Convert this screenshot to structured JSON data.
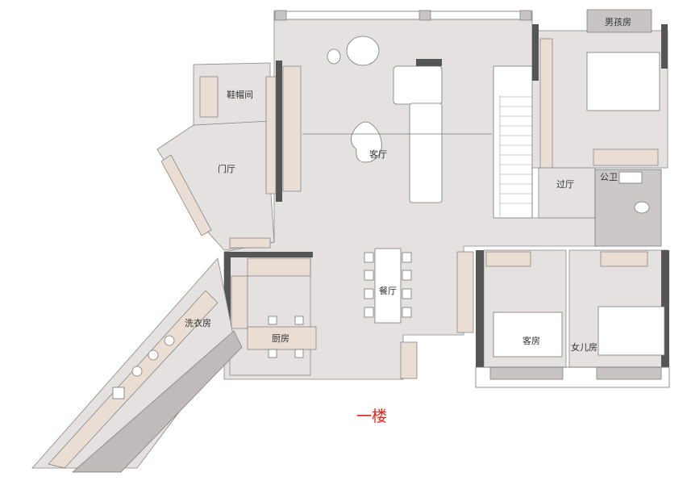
{
  "plan": {
    "title": "一楼",
    "rooms": {
      "boy_room": "男孩房",
      "shoe_room": "鞋帽间",
      "foyer": "门厅",
      "living": "客厅",
      "public_bath": "公卫",
      "hallway": "过厅",
      "dining": "餐厅",
      "kitchen": "厨房",
      "laundry": "洗衣房",
      "guest_room": "客房",
      "daughter_room": "女儿房"
    },
    "colors": {
      "floor": "#e5e1e1",
      "wall": "#555555",
      "cabinet": "#eaddd3",
      "title": "#e8231c"
    }
  }
}
